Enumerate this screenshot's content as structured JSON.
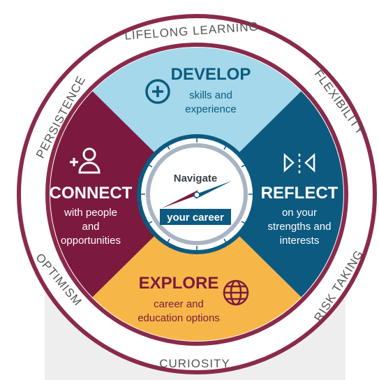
{
  "colors": {
    "maroon": "#7b1a3e",
    "light_blue": "#a5d8ea",
    "dark_blue": "#0d5a80",
    "gold": "#f6b748",
    "outer_ring": "#8a2a4b",
    "text_dark_blue": "#0a5b80",
    "text_maroon": "#7b1a3e"
  },
  "outer_traits": {
    "top": "LIFELONG LEARNING",
    "upper_left": "PERSISTENCE",
    "upper_right": "FLEXIBILITY",
    "lower_left": "OPTIMISM",
    "lower_right": "RISK TAKING",
    "bottom": "CURIOSITY"
  },
  "quadrants": {
    "develop": {
      "title": "DEVELOP",
      "line1": "skills and",
      "line2": "experience",
      "icon": "plus-circle-icon"
    },
    "connect": {
      "title": "CONNECT",
      "line1": "with people",
      "line2": "and",
      "line3": "opportunities",
      "icon": "add-person-icon"
    },
    "reflect": {
      "title": "REFLECT",
      "line1": "on your",
      "line2": "strengths and",
      "line3": "interests",
      "icon": "mirror-reflect-icon"
    },
    "explore": {
      "title": "EXPLORE",
      "line1": "career and",
      "line2": "education options",
      "icon": "globe-icon"
    }
  },
  "compass": {
    "top_label": "Navigate",
    "bottom_label": "your career",
    "icon": "compass-icon"
  }
}
